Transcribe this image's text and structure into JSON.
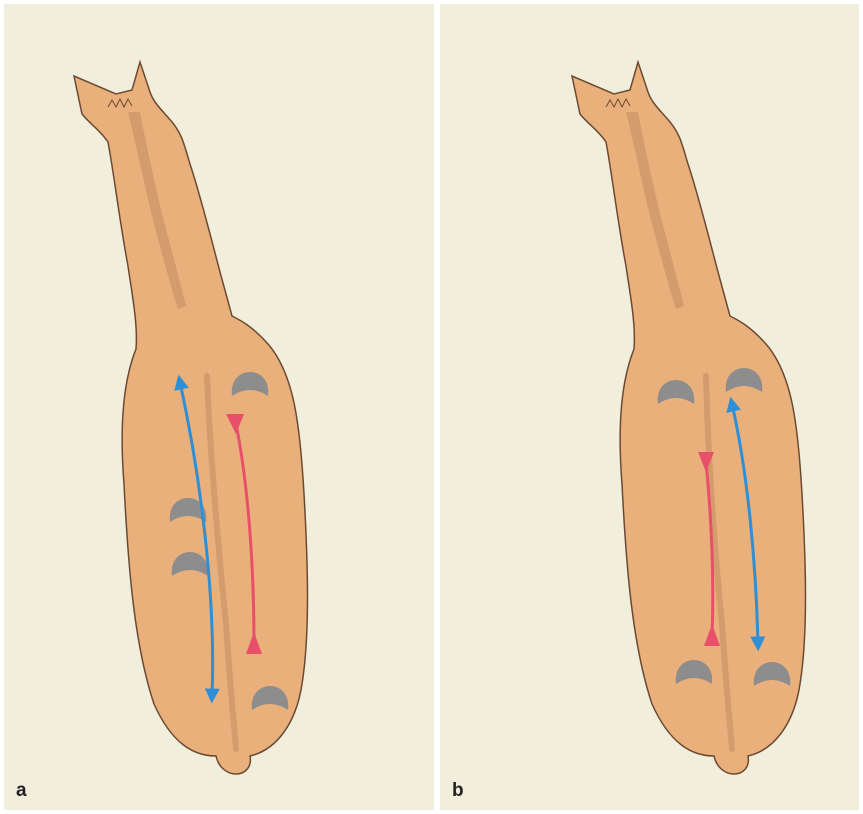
{
  "panels": [
    {
      "label": "a",
      "hooves": [
        "left-fore",
        "left-hind",
        "right-hind",
        "right-fore"
      ],
      "arrows": [
        {
          "color": "#2f8fd6",
          "style": "double-headed"
        },
        {
          "color": "#e8506a",
          "style": "bar-ended"
        }
      ]
    },
    {
      "label": "b",
      "hooves": [
        "left-fore",
        "right-fore",
        "left-hind",
        "right-hind"
      ],
      "arrows": [
        {
          "color": "#e8506a",
          "style": "bar-ended"
        },
        {
          "color": "#2f8fd6",
          "style": "double-headed"
        }
      ]
    }
  ],
  "colors": {
    "background": "#f1eedc",
    "body": "#e9b07c",
    "body_outline": "#6b4a33",
    "mane": "#d29c6c",
    "hoof": "#8d8d8d",
    "blue_arrow": "#2f8fd6",
    "red_arrow": "#e8506a"
  }
}
